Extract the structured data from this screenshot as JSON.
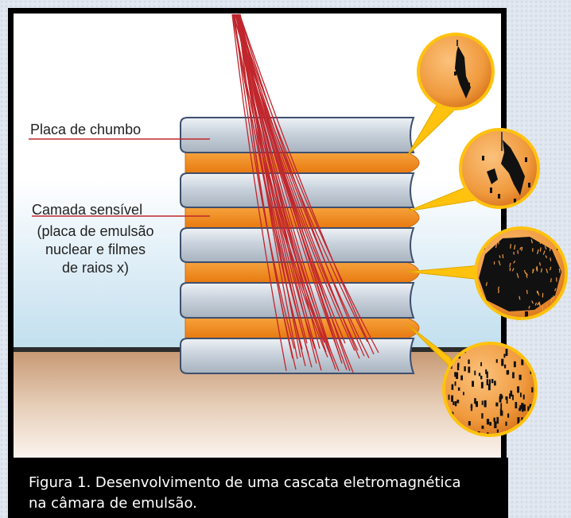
{
  "labels": {
    "lead_plate": "Placa de chumbo",
    "sensitive_layer": "Camada sensível",
    "sensitive_layer_note": [
      "(placa de emulsão",
      "nuclear e filmes",
      "de raios x)"
    ]
  },
  "caption": {
    "line1": "Figura 1. Desenvolvimento de uma cascata eletromagnética",
    "line2": "na câmara de emulsão."
  },
  "colors": {
    "lead": "#b8c3ce",
    "lead_top": "#e3e8ee",
    "emulsion": "#f28c1e",
    "track": "#c0272d",
    "callout": "#ffc20e",
    "leader": "#c0272d",
    "caption_bg": "#000000"
  }
}
